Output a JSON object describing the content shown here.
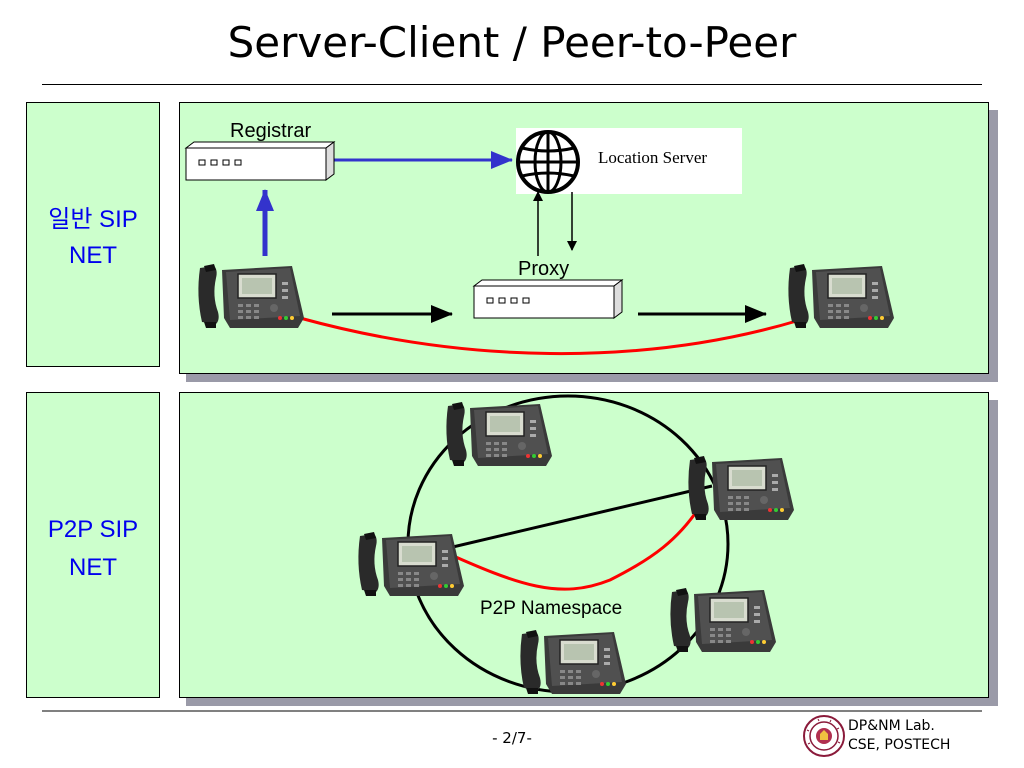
{
  "title": "Server-Client / Peer-to-Peer",
  "sections": {
    "sip_net": {
      "label_line1": "일반 SIP",
      "label_line2": "NET"
    },
    "p2p_net": {
      "label_line1": "P2P SIP",
      "label_line2": "NET"
    }
  },
  "diagram": {
    "registrar_label": "Registrar",
    "location_server_label": "Location Server",
    "proxy_label": "Proxy",
    "namespace_label": "P2P Namespace"
  },
  "colors": {
    "panel_fill": "#ccffcc",
    "label_blue": "#0000ee",
    "arrow_blue": "#3333cc",
    "path_red": "#ff0000"
  },
  "icons": [
    "router-icon",
    "globe-icon",
    "ip-phone-icon",
    "university-seal-icon"
  ],
  "footer": {
    "page": "- 2/7-",
    "lab_line1": "DP&NM Lab.",
    "lab_line2": "CSE,  POSTECH"
  }
}
